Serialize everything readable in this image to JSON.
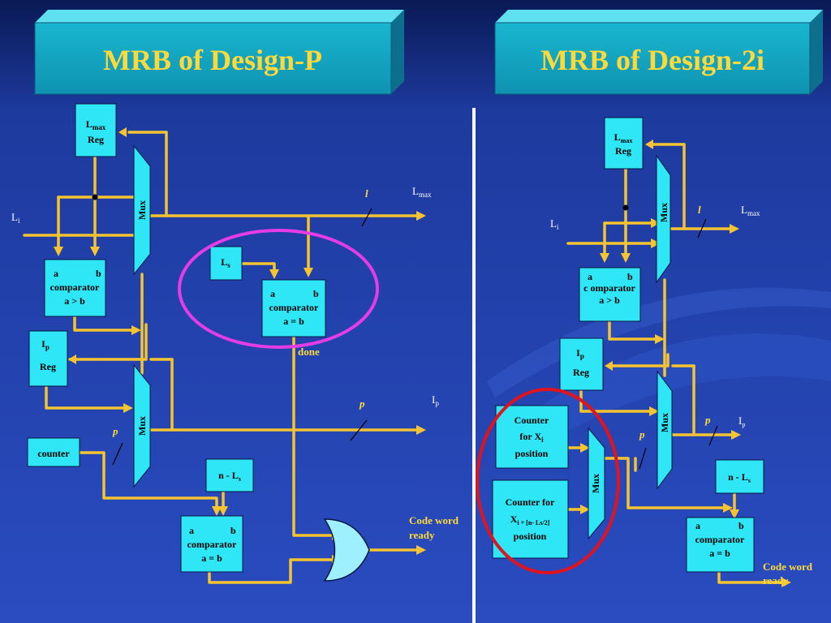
{
  "left": {
    "title": "MRB of Design-P",
    "lmax_reg": {
      "main": "L",
      "sub": "max",
      "line2": "Reg"
    },
    "mux_top": "Mux",
    "mux_bottom": "Mux",
    "li": {
      "main": "L",
      "sub": "i"
    },
    "comp1": {
      "a": "a",
      "b": "b",
      "name": "comparator",
      "rel": "a > b"
    },
    "ls": {
      "main": "L",
      "sub": "s"
    },
    "comp2": {
      "a": "a",
      "b": "b",
      "name": "comparator",
      "rel": "a = b"
    },
    "l_label": "l",
    "lmax_out": {
      "main": "L",
      "sub": "max"
    },
    "ip_reg": {
      "main": "I",
      "sub": "p",
      "line2": "Reg"
    },
    "done": "done",
    "counter": "counter",
    "p_mux": "p",
    "p_out": "p",
    "ip_out": {
      "main": "I",
      "sub": "p"
    },
    "nls": {
      "main": "n - L",
      "sub": "s"
    },
    "comp3": {
      "a": "a",
      "b": "b",
      "name": "comparator",
      "rel": "a = b"
    },
    "codeword": {
      "line1": "Code word",
      "line2": "ready"
    }
  },
  "right": {
    "title": "MRB of Design-2i",
    "lmax_reg": {
      "main": "L",
      "sub": "max",
      "line2": "Reg"
    },
    "mux_top": "Mux",
    "mux_mid": "Mux",
    "mux_small": "Mux",
    "li": {
      "main": "L",
      "sub": "i"
    },
    "l_label": "l",
    "lmax_out": {
      "main": "L",
      "sub": "max"
    },
    "comp1": {
      "a": "a",
      "b": "b",
      "name": "c omparator",
      "rel": "a > b"
    },
    "ip_reg": {
      "main": "I",
      "sub": "p",
      "line2": "Reg"
    },
    "counter1": {
      "line1": "Counter",
      "line2_main": "for X",
      "line2_sub": "i",
      "line3": "position"
    },
    "counter2": {
      "line1": "Counter for",
      "line2_main": "X",
      "line2_sub": "i + [n- Ls/2]",
      "line3": "position"
    },
    "p_mux": "p",
    "p_out": "p",
    "ip_out": {
      "main": "I",
      "sub": "p"
    },
    "nls": {
      "main": "n - L",
      "sub": "s"
    },
    "comp2": {
      "a": "a",
      "b": "b",
      "name": "comparator",
      "rel": "a = b"
    },
    "codeword": {
      "line1": "Code word",
      "line2": "ready"
    }
  },
  "colors": {
    "background": "#1f3fa6",
    "wire": "#f5c430",
    "box": "#2ee6f5",
    "title_text": "#ffd93a",
    "highlight_left": "#e63ce6",
    "highlight_right": "#e0141e"
  }
}
